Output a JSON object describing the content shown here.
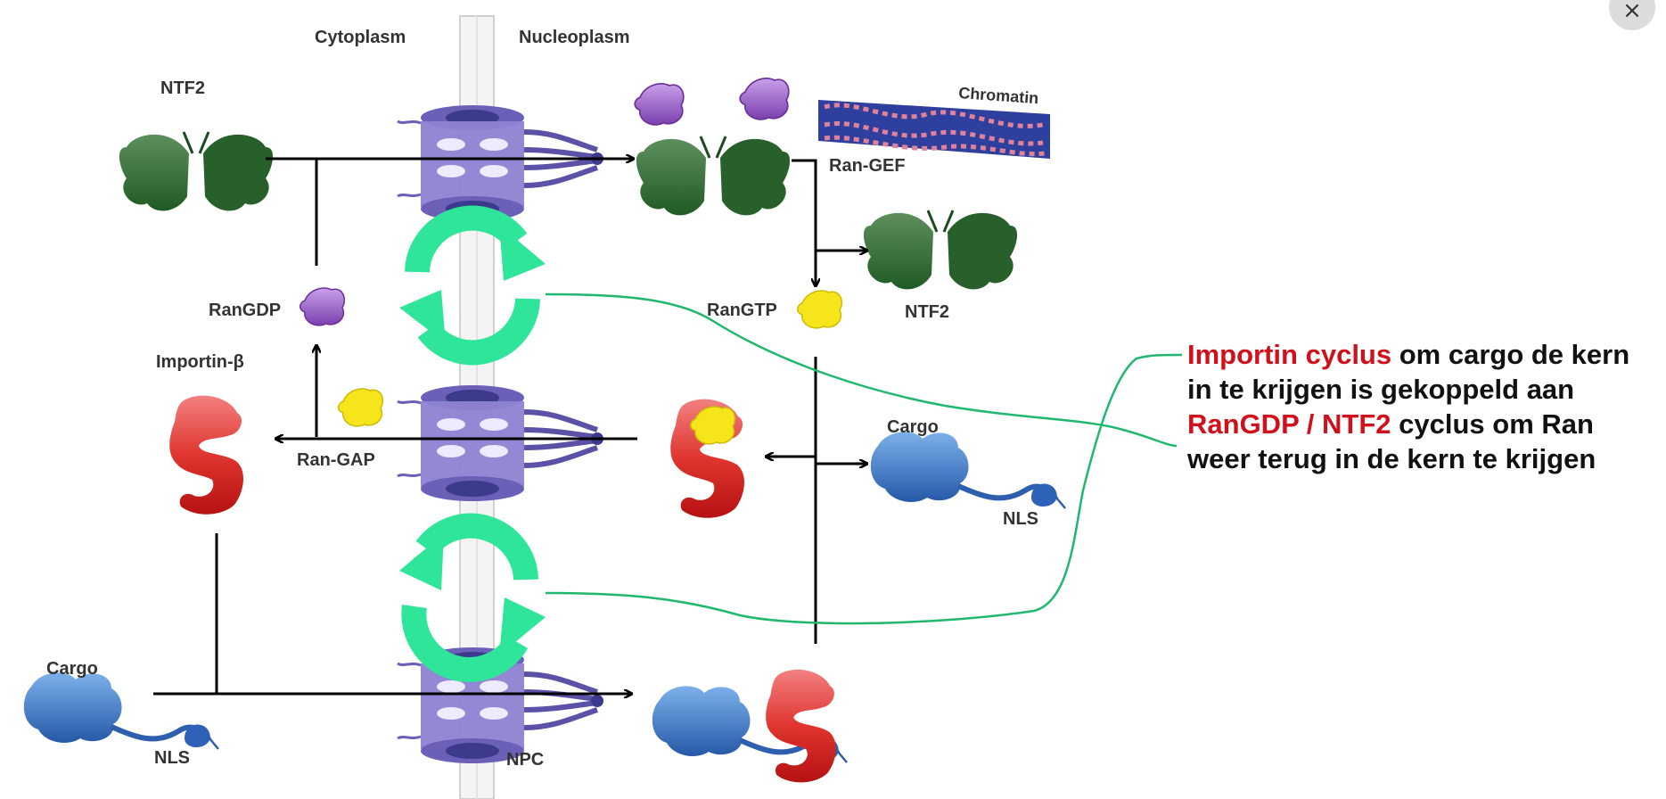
{
  "labels": {
    "cytoplasm": "Cytoplasm",
    "nucleoplasm": "Nucleoplasm",
    "ntf2_top": "NTF2",
    "chromatin": "Chromatin",
    "ran_gef": "Ran-GEF",
    "ran_gdp": "RanGDP",
    "ran_gtp": "RanGTP",
    "ntf2_right": "NTF2",
    "importin_beta": "Importin-β",
    "ran_gap": "Ran-GAP",
    "cargo_right": "Cargo",
    "nls_right": "NLS",
    "cargo_left": "Cargo",
    "nls_left": "NLS",
    "npc": "NPC"
  },
  "annotation": {
    "part1_red": "Importin cyclus",
    "part2": " om cargo de kern in te krijgen is gekoppeld aan ",
    "part3_red": "RanGDP / NTF2",
    "part4": " cyclus om Ran weer terug in de kern te krijgen"
  },
  "close_button": {
    "glyph": "×"
  },
  "icons": {
    "ntf2": "ntf2-dimer-icon",
    "ran_gdp": "ran-gdp-icon",
    "ran_gtp": "ran-gtp-icon",
    "importin": "importin-beta-icon",
    "cargo": "cargo-protein-icon",
    "npc": "nuclear-pore-complex-icon",
    "cycle": "cycle-arrows-icon",
    "chromatin": "chromatin-fiber-icon"
  },
  "colors": {
    "ntf2": "#2f6b2f",
    "ran_gdp": "#9a57c8",
    "ran_gtp": "#f2e21a",
    "importin": "#d0241b",
    "cargo": "#2d6fc2",
    "npc": "#7a6cc2",
    "cycle": "#2ee59a",
    "connector": "#1fb86e",
    "accent_red": "#d0111b"
  }
}
